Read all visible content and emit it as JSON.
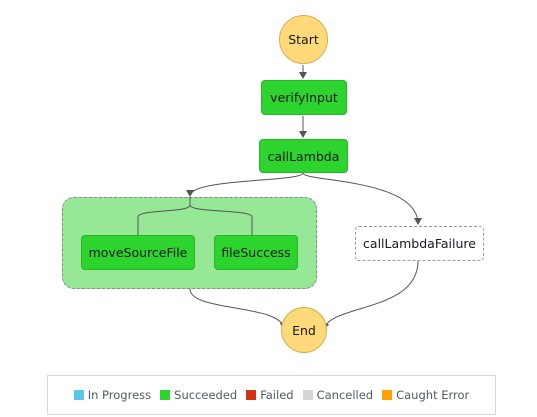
{
  "diagram": {
    "nodes": {
      "start": "Start",
      "verify_input": "verifyInput",
      "call_lambda": "callLambda",
      "move_source_file": "moveSourceFile",
      "file_success": "fileSuccess",
      "call_lambda_failure": "callLambdaFailure",
      "end": "End"
    },
    "edges": [
      {
        "from": "Start",
        "to": "verifyInput"
      },
      {
        "from": "verifyInput",
        "to": "callLambda"
      },
      {
        "from": "callLambda",
        "to": "parallel branch (moveSourceFile, fileSuccess)"
      },
      {
        "from": "callLambda",
        "to": "callLambdaFailure"
      },
      {
        "from": "parallel branch (moveSourceFile, fileSuccess)",
        "to": "End"
      },
      {
        "from": "callLambdaFailure",
        "to": "End"
      }
    ]
  },
  "legend": {
    "items": [
      {
        "label": "In Progress",
        "color": "#5bc7e8"
      },
      {
        "label": "Succeeded",
        "color": "#2dd42d"
      },
      {
        "label": "Failed",
        "color": "#d13212"
      },
      {
        "label": "Cancelled",
        "color": "#d5d5d5"
      },
      {
        "label": "Caught Error",
        "color": "#ff9f00"
      }
    ]
  },
  "colors": {
    "succeeded_fill": "#2dd42d",
    "terminal_fill": "#ffd97a",
    "parallel_fill": "#96e896",
    "edge": "#555555"
  }
}
